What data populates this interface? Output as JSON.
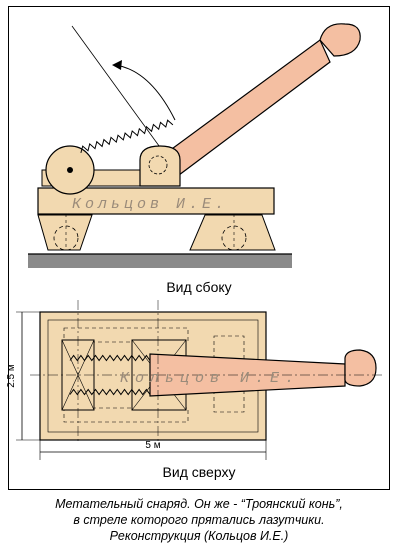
{
  "views": {
    "side_label": "Вид сбоку",
    "top_label": "Вид сверху"
  },
  "watermark": "Кольцов И.Е.",
  "dimensions": {
    "width_label": "2.5 м",
    "length_label": "5 м"
  },
  "caption": {
    "line1": "Метательный снаряд. Он же - “Троянский конь”,",
    "line2": "в стреле которого прятались лазутчики.",
    "line3": "Реконструкция (Кольцов И.Е.)"
  },
  "colors": {
    "wood": "#f2d9b0",
    "arm": "#f4bfa2",
    "ground": "#8a8a8a",
    "outline": "#000000"
  }
}
